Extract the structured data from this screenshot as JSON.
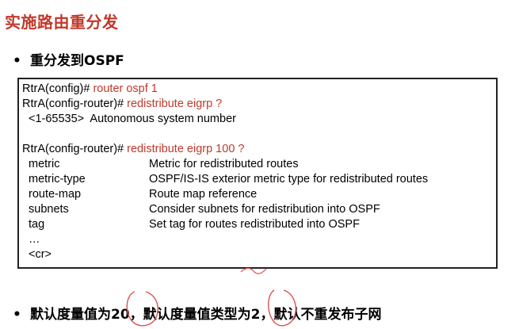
{
  "title": "实施路由重分发",
  "bullet1": "重分发到OSPF",
  "bullet_dot": "•",
  "cli": {
    "line1_prompt": "RtrA(config)#",
    "line1_cmd": "router ospf 1",
    "line2_prompt": "RtrA(config-router)#",
    "line2_cmd": "redistribute eigrp ?",
    "line3": "<1-65535>  Autonomous system number",
    "line4_prompt": "RtrA(config-router)#",
    "line4_cmd": "redistribute eigrp 100 ?",
    "options": [
      {
        "key": "metric",
        "desc": "Metric for redistributed routes"
      },
      {
        "key": "metric-type",
        "desc": "OSPF/IS-IS exterior metric type for redistributed routes"
      },
      {
        "key": "route-map",
        "desc": "Route map reference"
      },
      {
        "key": "subnets",
        "desc": "Consider subnets for redistribution into OSPF"
      },
      {
        "key": "tag",
        "desc": "Set tag for routes redistributed into OSPF"
      }
    ],
    "ellipsis": "…",
    "cr": "<cr>"
  },
  "bullet2": {
    "part1": "默认度量值为",
    "value1": "20",
    "part2": "，默认度量值类型为",
    "value2": "2",
    "part3": "，默认不重发布子网"
  },
  "colors": {
    "title": "#c0392b",
    "command": "#c0392b",
    "annotation": "#d9534f"
  }
}
